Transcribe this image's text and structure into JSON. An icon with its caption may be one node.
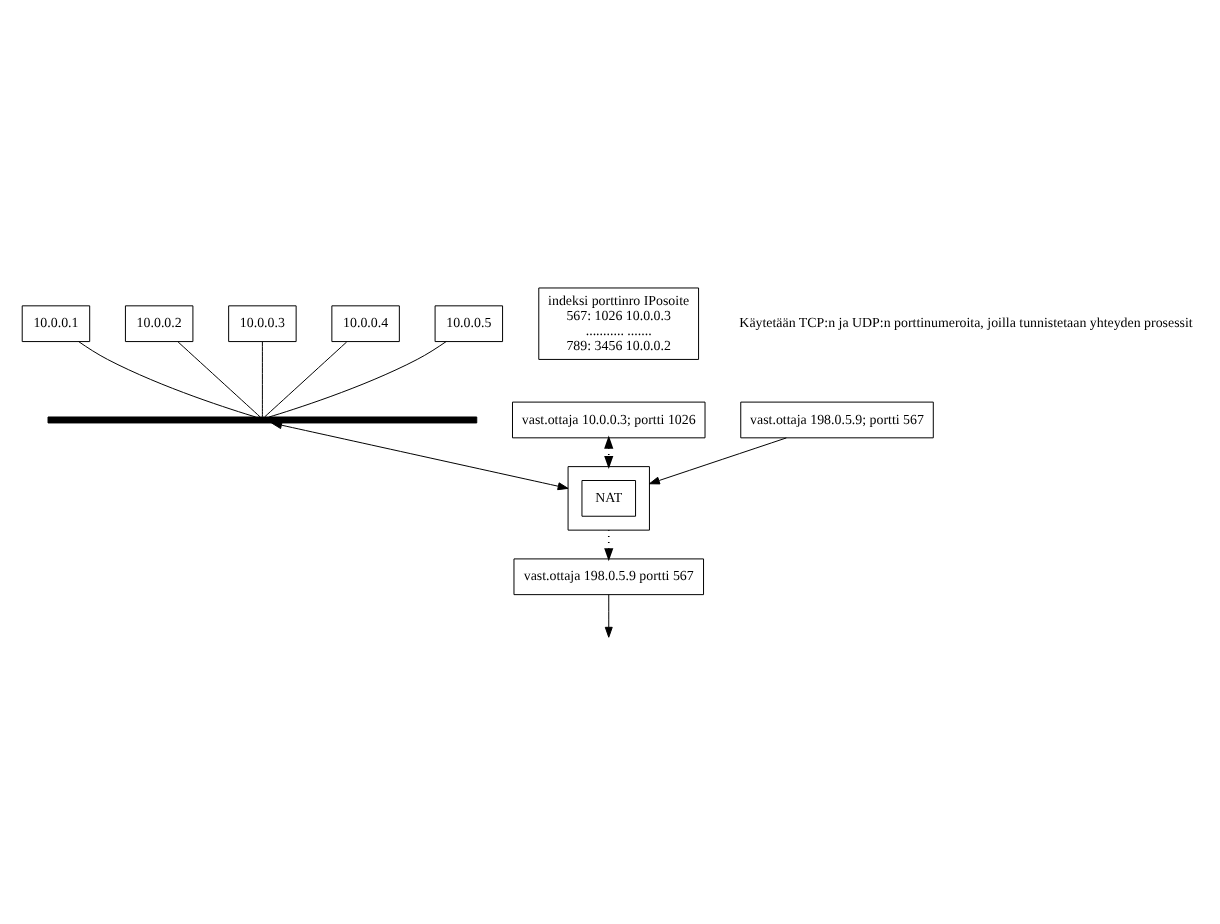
{
  "diagram": {
    "nodes": [
      {
        "text": [
          "10.0.0.1"
        ]
      },
      {
        "text": [
          "10.0.0.2"
        ]
      },
      {
        "text": [
          "10.0.0.3"
        ]
      },
      {
        "text": [
          "10.0.0.4"
        ]
      },
      {
        "text": [
          "10.0.0.5"
        ]
      },
      {
        "text": [],
        "shape": "bar"
      },
      {
        "text": [],
        "shape": "box"
      },
      {
        "text": [
          "NAT"
        ],
        "in": 6
      },
      {
        "text": [
          "vast.ottaja 10.0.0.3; portti 1026"
        ]
      },
      {
        "text": [
          "vast.ottaja 198.0.5.9 portti 567"
        ]
      },
      {
        "text": [
          "vast.ottaja 198.0.5.9; portti 567"
        ]
      },
      {
        "text": [
          "indeksi porttinro IPosoite",
          "567: 1026 10.0.0.3",
          "........... .......",
          "789: 3456 10.0.0.2"
        ]
      }
    ],
    "edges": [
      {
        "from": 0,
        "to": 5,
        "arrow": "none"
      },
      {
        "from": 1,
        "to": 5,
        "arrow": "none"
      },
      {
        "from": 2,
        "to": 5,
        "arrow": "none"
      },
      {
        "from": 3,
        "to": 5,
        "arrow": "none"
      },
      {
        "from": 4,
        "to": 5,
        "arrow": "none"
      },
      {
        "from": 5,
        "to": 6,
        "arrow": "both"
      },
      {
        "from": 8,
        "to": 6,
        "arrow": "both",
        "style": "dashed"
      },
      {
        "from": 6,
        "to": 9,
        "arrow": "to",
        "style": "dashed"
      },
      {
        "from": 10,
        "to": 6,
        "arrow": "to"
      },
      {
        "from": 9,
        "to": null,
        "arrow": "to"
      }
    ],
    "labels": [
      "Käytetään TCP:n ja UDP:n porttinumeroita, joilla tunnistetaan yhteyden prosessit"
    ]
  }
}
